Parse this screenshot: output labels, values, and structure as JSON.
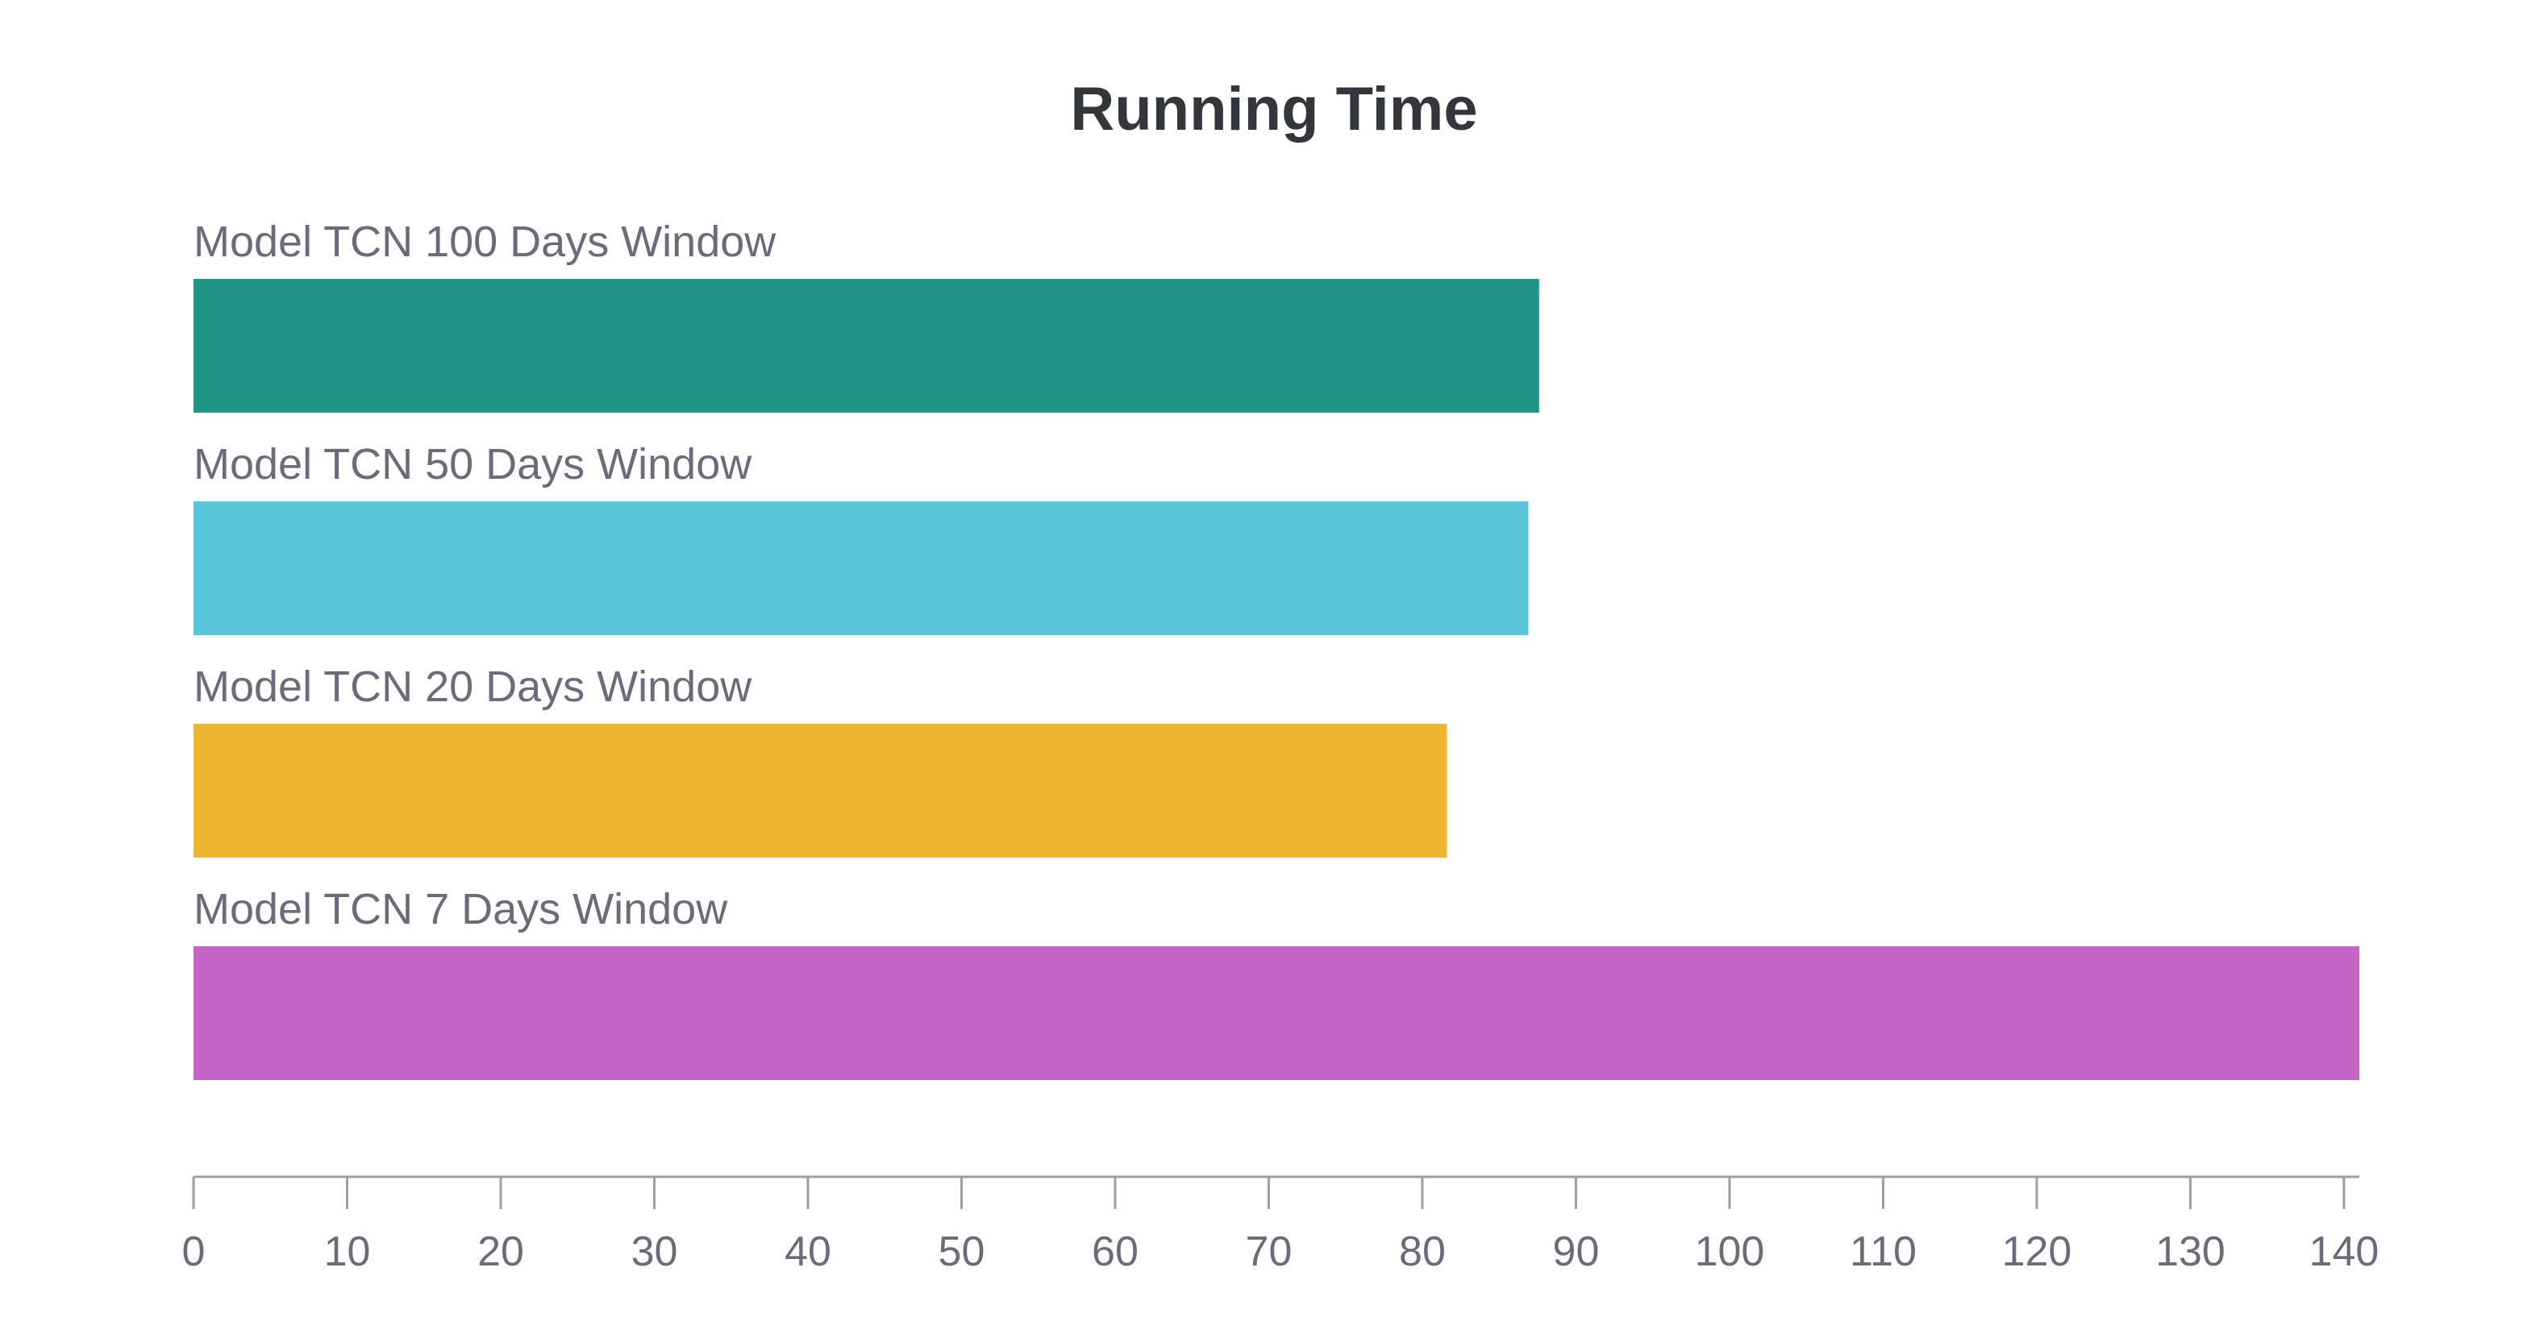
{
  "chart_data": {
    "type": "bar",
    "orientation": "horizontal",
    "title": "Running Time",
    "xlabel": "",
    "ylabel": "",
    "categories": [
      "Model TCN 100 Days Window",
      "Model TCN 50 Days Window",
      "Model TCN 20 Days Window",
      "Model TCN 7 Days Window"
    ],
    "values": [
      87.6,
      86.9,
      81.6,
      141.0
    ],
    "colors": [
      "#219488",
      "#5bc5da",
      "#ecb631",
      "#c565c7"
    ],
    "xlim": [
      0,
      141
    ],
    "xticks": [
      0,
      10,
      20,
      30,
      40,
      50,
      60,
      70,
      80,
      90,
      100,
      110,
      120,
      130,
      140
    ],
    "grid": false,
    "legend": "none",
    "label_color": "#6b6b7b",
    "axis_color": "#9e9e9e"
  }
}
